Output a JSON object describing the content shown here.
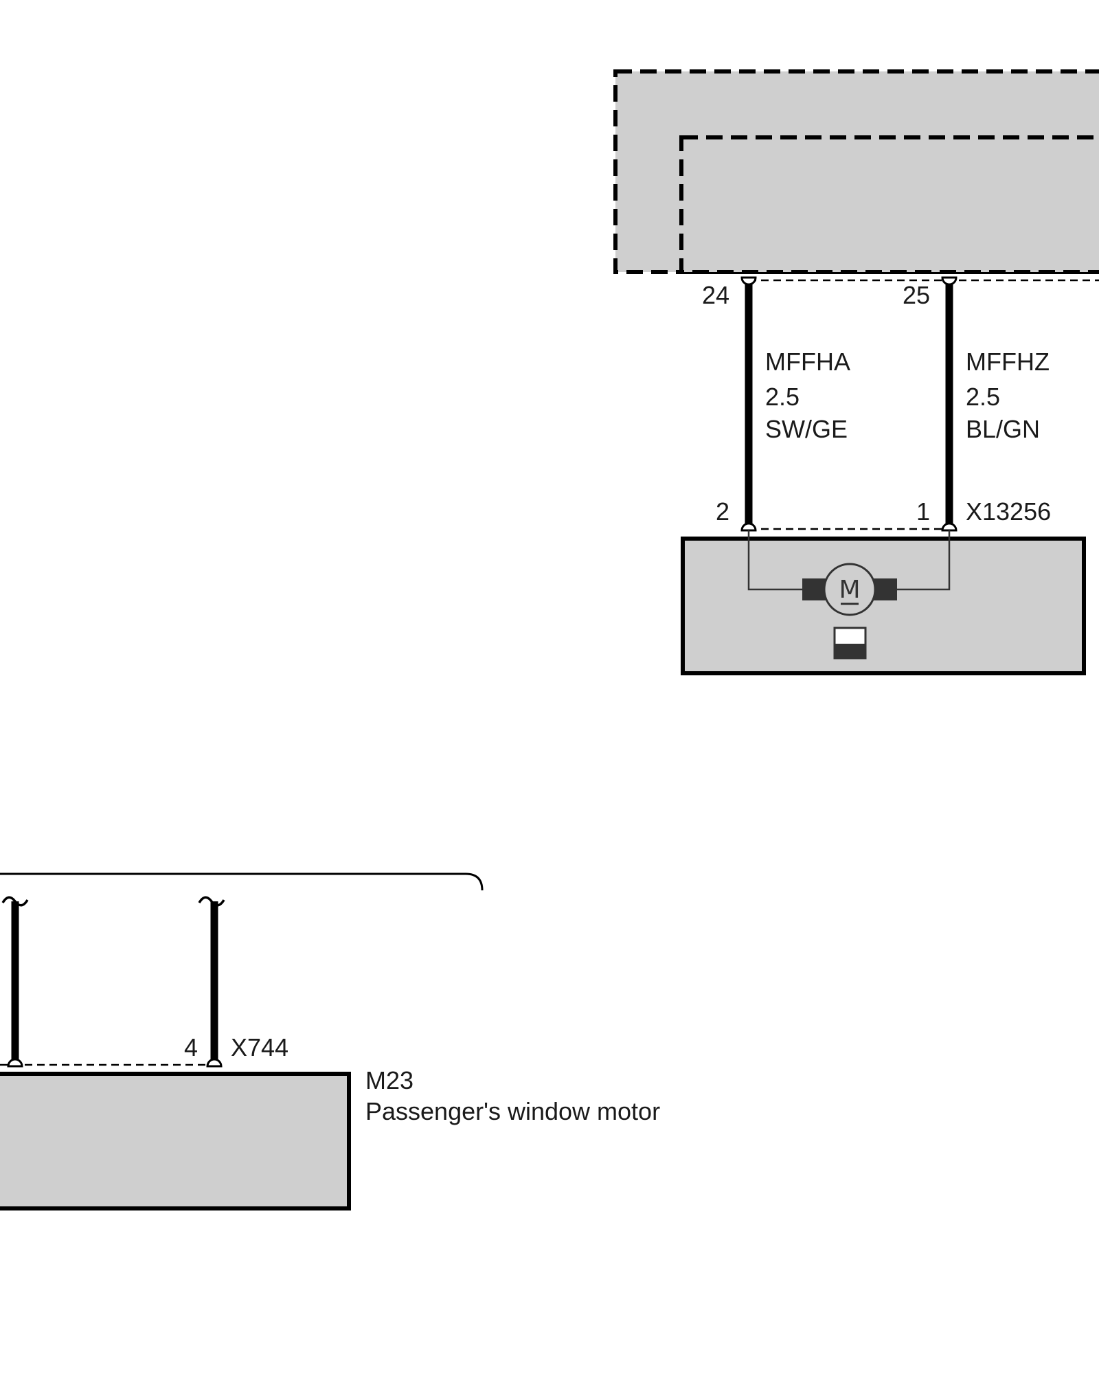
{
  "upper_module": {
    "connector_top": {
      "pin_a": "24",
      "pin_b": "25"
    },
    "wire_a": {
      "name": "MFFHA",
      "gauge": "2.5",
      "color": "SW/GE"
    },
    "wire_b": {
      "name": "MFFHZ",
      "gauge": "2.5",
      "color": "BL/GN"
    },
    "connector_bottom": {
      "id": "X13256",
      "pin_a": "2",
      "pin_b": "1"
    },
    "motor_symbol": "M"
  },
  "lower_module": {
    "connector": {
      "id": "X744",
      "pin": "4"
    },
    "component": {
      "id": "M23",
      "name": "Passenger's window motor"
    }
  }
}
